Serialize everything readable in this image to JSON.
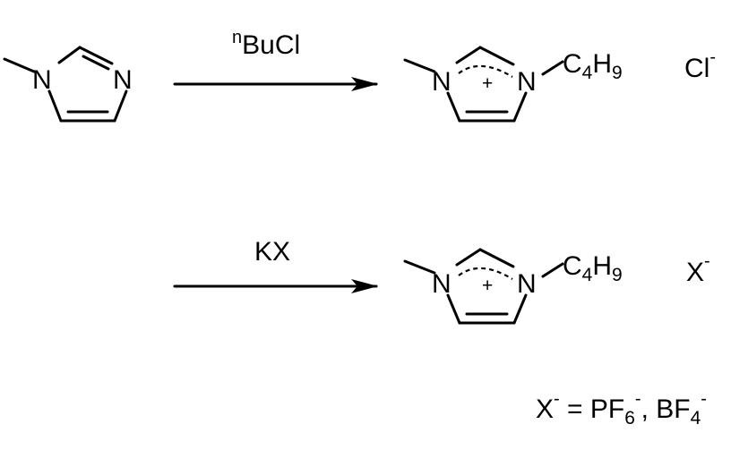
{
  "colors": {
    "ink": "#000000",
    "background": "#ffffff"
  },
  "reactant": {
    "n1": "N",
    "n3": "N"
  },
  "step1": {
    "reagent_prefix": "n",
    "reagent": "BuCl"
  },
  "product1": {
    "n_left": "N",
    "n_right": "N",
    "charge": "+",
    "chain_c": "C",
    "chain_c_sub": "4",
    "chain_h": "H",
    "chain_h_sub": "9",
    "anion": "Cl",
    "anion_charge": "-"
  },
  "step2": {
    "reagent": "KX"
  },
  "product2": {
    "n_left": "N",
    "n_right": "N",
    "charge": "+",
    "chain_c": "C",
    "chain_c_sub": "4",
    "chain_h": "H",
    "chain_h_sub": "9",
    "anion": "X",
    "anion_charge": "-"
  },
  "footnote": {
    "x": "X",
    "x_charge": "-",
    "equals": " = ",
    "pf": "PF",
    "pf_sub": "6",
    "pf_charge": "-",
    "sep": ", ",
    "bf": "BF",
    "bf_sub": "4",
    "bf_charge": "-"
  }
}
